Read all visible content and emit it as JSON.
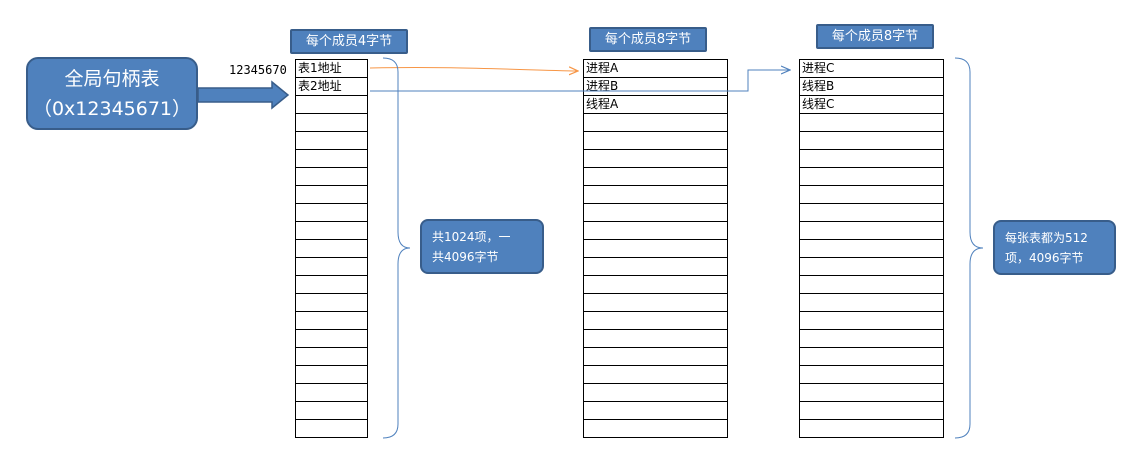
{
  "main_label": {
    "line1": "全局句柄表",
    "line2": "（0x12345671）"
  },
  "address": "12345670",
  "tables": [
    {
      "header": "每个成员4字节",
      "rows": [
        "表1地址",
        "表2地址"
      ],
      "row_count": 21
    },
    {
      "header": "每个成员8字节",
      "rows": [
        "进程A",
        "进程B",
        "线程A"
      ],
      "row_count": 21
    },
    {
      "header": "每个成员8字节",
      "rows": [
        "进程C",
        "线程B",
        "线程C"
      ],
      "row_count": 21
    }
  ],
  "notes": [
    {
      "line1": "共1024项，一",
      "line2": "共4096字节"
    },
    {
      "line1": "每张表都为512",
      "line2": "项，4096字节"
    }
  ],
  "colors": {
    "box_fill": "#4f81bd",
    "box_border": "#385d8a",
    "arrow_orange": "#f79646",
    "arrow_blue": "#4f81bd",
    "brace": "#4f81bd"
  }
}
